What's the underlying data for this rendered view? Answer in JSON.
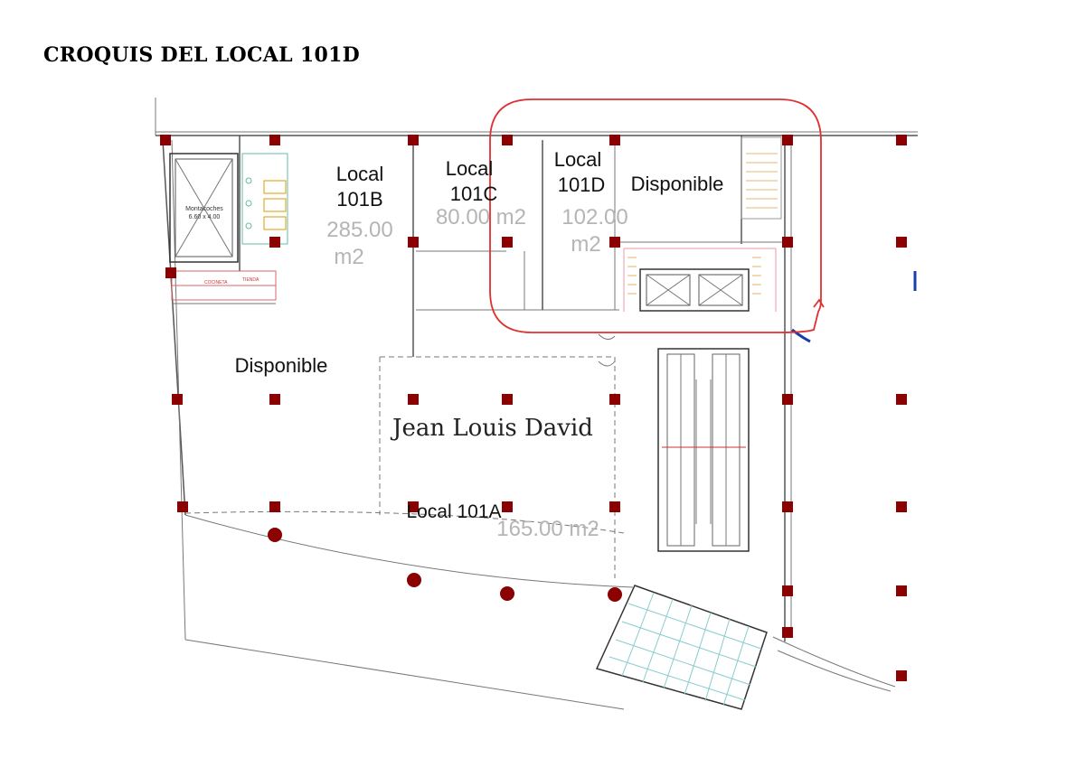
{
  "title": "CROQUIS DEL LOCAL 101D",
  "labels": {
    "local_101b_line1": "Local",
    "local_101b_line2": "101B",
    "local_101b_area_line1": "285.00",
    "local_101b_area_line2": "m2",
    "local_101c_line1": "Local",
    "local_101c_line2": "101C",
    "local_101c_area": "80.00  m2",
    "local_101d_line1": "Local",
    "local_101d_line2": "101D",
    "local_101d_area_line1": "102.00",
    "local_101d_area_line2": "m2",
    "disponible_top": "Disponible",
    "disponible_left": "Disponible",
    "jean_louis_david": "Jean Louis David",
    "local_101a": "Local 101A",
    "local_101a_area": "165.00  m2",
    "montacoches_line1": "Montacoches",
    "montacoches_line2": "6.60 x 4.00",
    "cocineta": "COCINETA",
    "tienda": "TIENDA"
  },
  "colors": {
    "column": "#8b0000",
    "highlight": "#e03030",
    "door_blue": "#1a3ea8"
  }
}
